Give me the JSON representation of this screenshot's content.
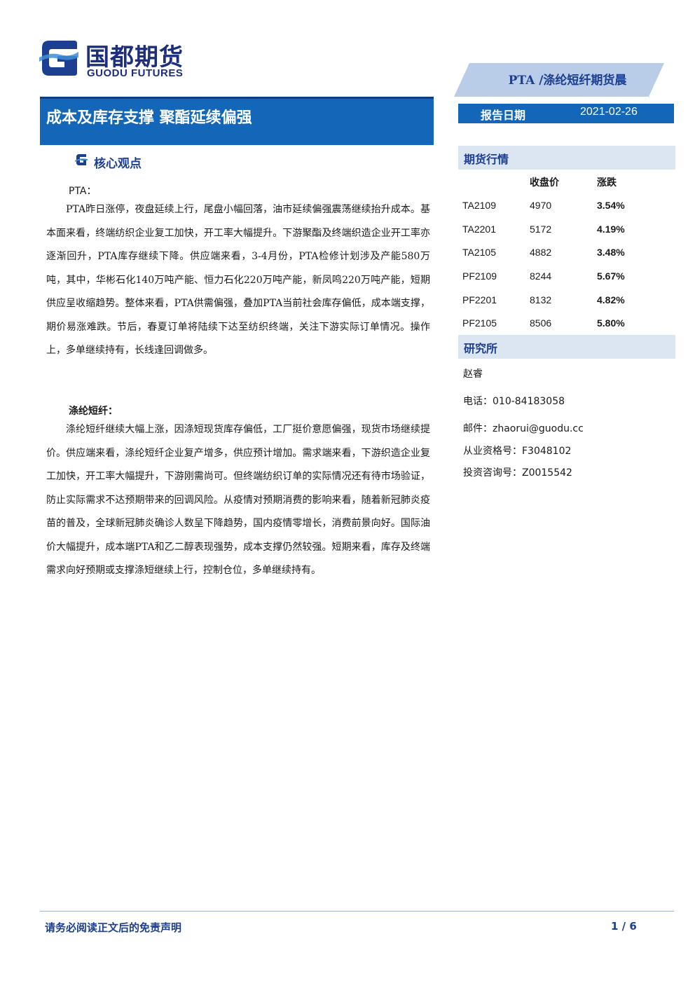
{
  "logo": {
    "cn": "国都期货",
    "en": "GUODU FUTURES"
  },
  "banner": "PTA /涤纶短纤期货晨",
  "title": "成本及库存支撑 聚酯延续偏强",
  "report_date": {
    "label": "报告日期",
    "value": "2021-02-26"
  },
  "core": {
    "heading": "核心观点",
    "pta_title": "PTA：",
    "pta_text": "PTA昨日涨停，夜盘延续上行，尾盘小幅回落，油市延续偏强震荡继续抬升成本。基本面来看，终端纺织企业复工加快，开工率大幅提升。下游聚酯及终端织造企业开工率亦逐渐回升，PTA库存继续下降。供应端来看，3-4月份，PTA检修计划涉及产能580万吨，其中，华彬石化140万吨产能、恒力石化220万吨产能，新凤鸣220万吨产能，短期供应呈收缩趋势。整体来看，PTA供需偏强，叠加PTA当前社会库存偏低，成本端支撑，期价易涨难跌。节后，春夏订单将陆续下达至纺织终端，关注下游实际订单情况。操作上，多单继续持有，长线逢回调做多。",
    "fiber_title": "涤纶短纤：",
    "fiber_text": "涤纶短纤继续大幅上涨，因涤短现货库存偏低，工厂挺价意愿偏强，现货市场继续提价。供应端来看，涤纶短纤企业复产增多，供应预计增加。需求端来看，下游织造企业复工加快，开工率大幅提升，下游刚需尚可。但终端纺织订单的实际情况还有待市场验证，防止实际需求不达预期带来的回调风险。从疫情对预期消费的影响来看，随着新冠肺炎疫苗的普及，全球新冠肺炎确诊人数呈下降趋势，国内疫情零增长，消费前景向好。国际油价大幅提升，成本端PTA和乙二醇表现强势，成本支撑仍然较强。短期来看，库存及终端需求向好预期或支撑涤短继续上行，控制仓位，多单继续持有。"
  },
  "market": {
    "heading": "期货行情",
    "columns": [
      "收盘价",
      "涨跌"
    ],
    "rows": [
      {
        "contract": "TA2109",
        "close": "4970",
        "change": "3.54%"
      },
      {
        "contract": "TA2201",
        "close": "5172",
        "change": "4.19%"
      },
      {
        "contract": "TA2105",
        "close": "4882",
        "change": "3.48%"
      },
      {
        "contract": "PF2109",
        "close": "8244",
        "change": "5.67%"
      },
      {
        "contract": "PF2201",
        "close": "8132",
        "change": "4.82%"
      },
      {
        "contract": "PF2105",
        "close": "8506",
        "change": "5.80%"
      }
    ]
  },
  "research": {
    "heading": "研究所",
    "analyst": "赵睿",
    "phone": "电话：010-84183058",
    "email": "邮件：zhaorui@guodu.cc",
    "qualification": "从业资格号：F3048102",
    "consulting": "投资咨询号：Z0015542"
  },
  "footer": {
    "note": "请务必阅读正文后的免责声明",
    "page": "1 / 6"
  },
  "colors": {
    "brand_blue": "#1467b8",
    "dark_blue": "#1d3f92",
    "light_blue": "#dce6f2"
  }
}
